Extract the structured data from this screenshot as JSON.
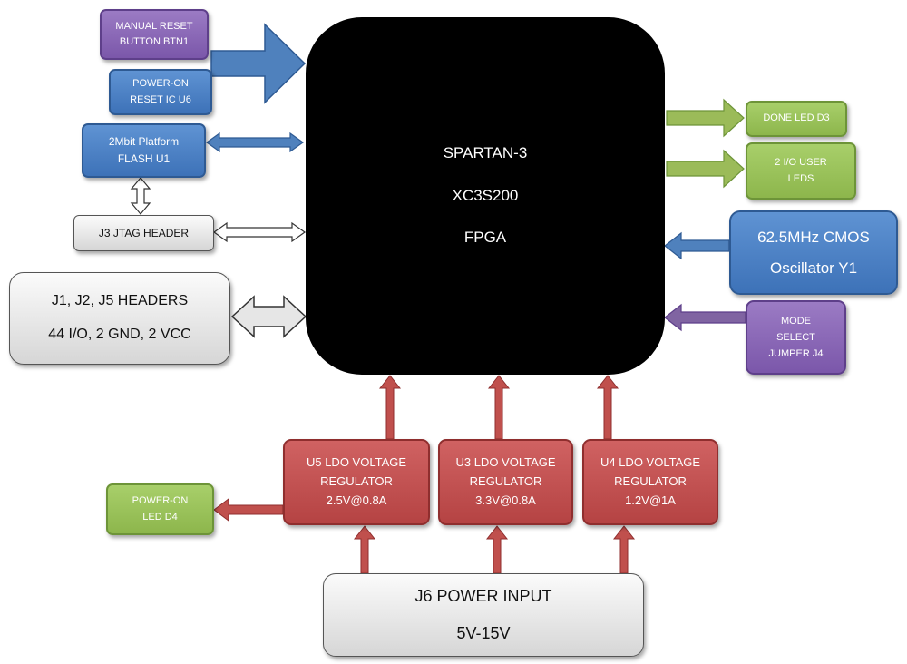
{
  "fpga": {
    "line1": "SPARTAN-3",
    "line2": "XC3S200",
    "line3": "FPGA"
  },
  "blocks": {
    "manual_reset": {
      "line1": "MANUAL RESET",
      "line2": "BUTTON BTN1"
    },
    "power_on_reset": {
      "line1": "POWER-ON",
      "line2": "RESET IC U6"
    },
    "flash": {
      "line1": "2Mbit Platform",
      "line2": "FLASH U1"
    },
    "jtag": {
      "line1": "J3 JTAG HEADER"
    },
    "headers": {
      "line1": "J1, J2, J5 HEADERS",
      "line2": "44 I/O, 2 GND, 2 VCC"
    },
    "done_led": {
      "line1": "DONE LED D3"
    },
    "user_leds": {
      "line1": "2 I/O USER",
      "line2": "LEDS"
    },
    "oscillator": {
      "line1": "62.5MHz CMOS",
      "line2": "Oscillator Y1"
    },
    "mode_select": {
      "line1": "MODE",
      "line2": "SELECT",
      "line3": "JUMPER J4"
    },
    "reg_u5": {
      "line1": "U5 LDO VOLTAGE",
      "line2": "REGULATOR",
      "line3": "2.5V@0.8A"
    },
    "reg_u3": {
      "line1": "U3 LDO VOLTAGE",
      "line2": "REGULATOR",
      "line3": "3.3V@0.8A"
    },
    "reg_u4": {
      "line1": "U4 LDO VOLTAGE",
      "line2": "REGULATOR",
      "line3": "1.2V@1A"
    },
    "power_led": {
      "line1": "POWER-ON",
      "line2": "LED D4"
    },
    "power_input": {
      "line1": "J6 POWER INPUT",
      "line2": "5V-15V"
    }
  },
  "colors": {
    "fpga": "#000000",
    "purple": "#8064a2",
    "blue": "#4f81bd",
    "green": "#9bbb59",
    "red": "#c0504d",
    "grey": "#d9d9d9"
  }
}
